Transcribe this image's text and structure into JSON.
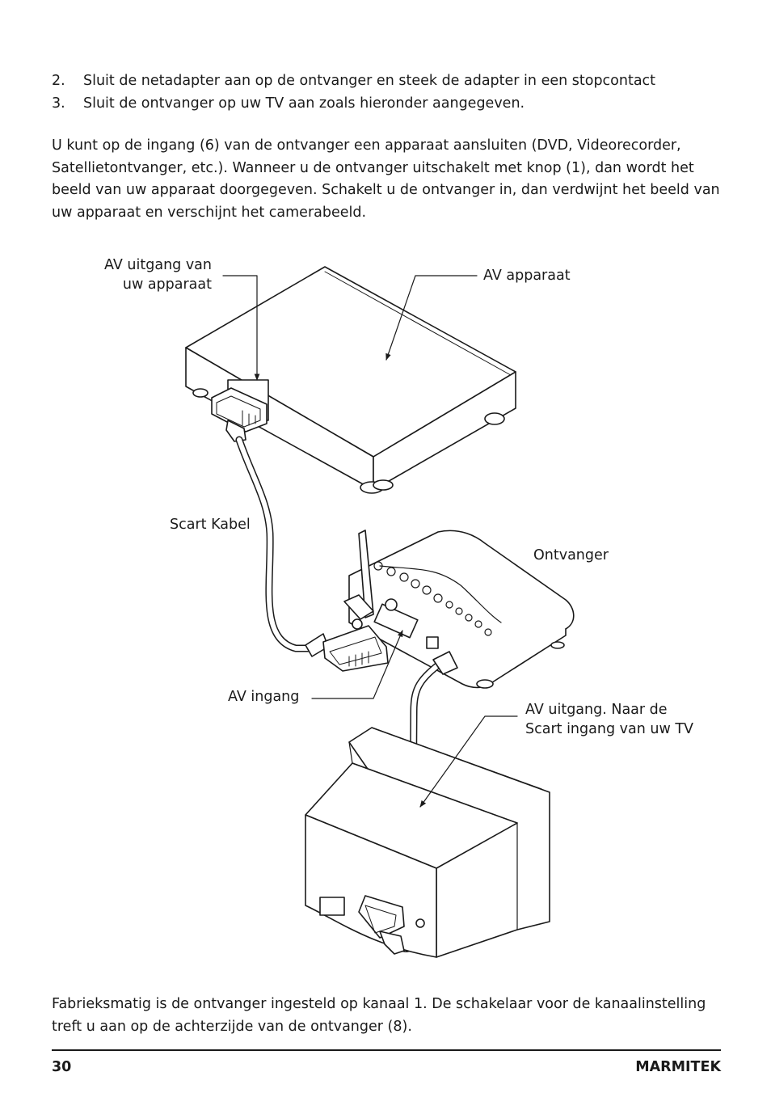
{
  "steps": [
    {
      "num": "2.",
      "text": "Sluit de netadapter aan op de ontvanger en steek de adapter in een stopcontact"
    },
    {
      "num": "3.",
      "text": "Sluit de ontvanger op uw TV aan zoals hieronder aangegeven."
    }
  ],
  "intro_paragraph": "U kunt op de ingang (6) van de ontvanger een apparaat aansluiten (DVD, Videorecorder, Satellietontvanger, etc.). Wanneer u de ontvanger uitschakelt met knop (1), dan wordt het beeld van uw apparaat doorgegeven. Schakelt u de ontvanger in, dan verdwijnt het beeld van uw apparaat en verschijnt het camerabeeld.",
  "diagram": {
    "label_av_output_line1": "AV uitgang van",
    "label_av_output_line2": "uw apparaat",
    "label_av_device": "AV apparaat",
    "label_scart_cable": "Scart Kabel",
    "label_receiver": "Ontvanger",
    "label_av_input": "AV ingang",
    "label_av_out_tv_line1": "AV uitgang. Naar de",
    "label_av_out_tv_line2": "Scart ingang van uw TV"
  },
  "closing_paragraph": "Fabrieksmatig is de ontvanger ingesteld op kanaal 1. De schakelaar voor de kanaalinstelling treft u aan op de achterzijde van de ontvanger (8).",
  "footer": {
    "page_number": "30",
    "brand": "MARMITEK"
  }
}
